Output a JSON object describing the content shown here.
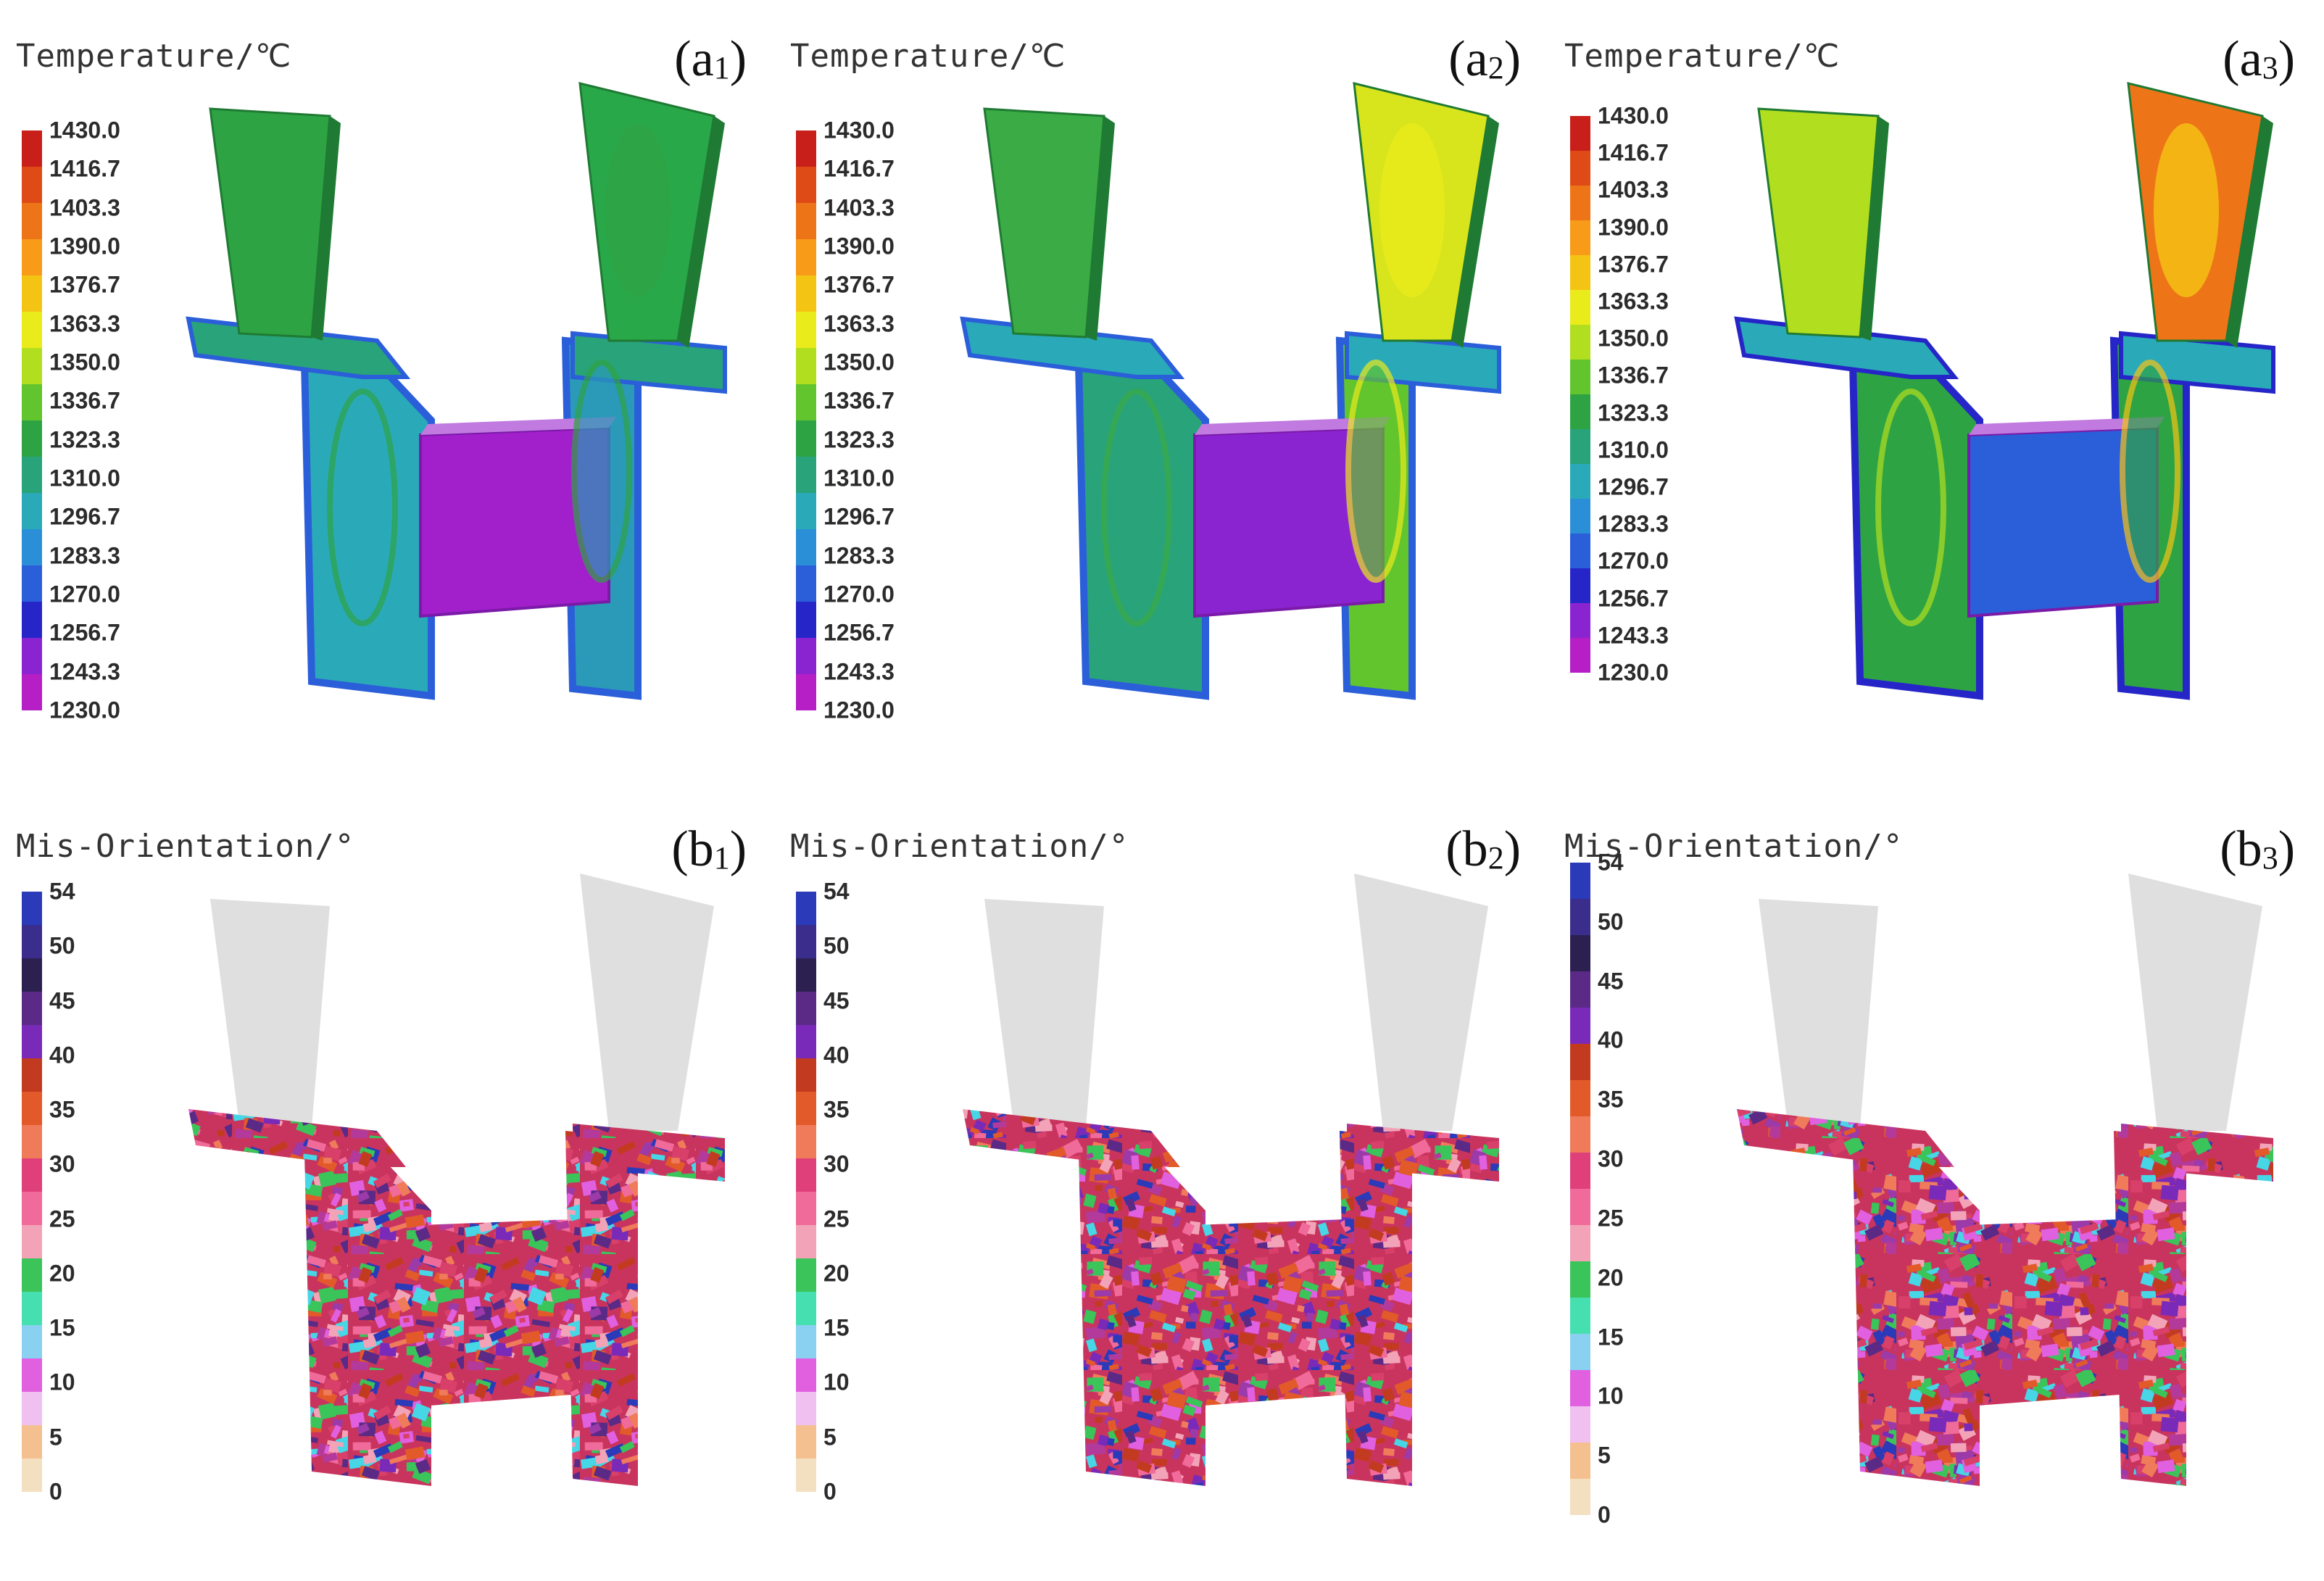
{
  "temperature": {
    "title": "Temperature/℃",
    "ticks": [
      "1430.0",
      "1416.7",
      "1403.3",
      "1390.0",
      "1376.7",
      "1363.3",
      "1350.0",
      "1336.7",
      "1323.3",
      "1310.0",
      "1296.7",
      "1283.3",
      "1270.0",
      "1256.7",
      "1243.3",
      "1230.0"
    ],
    "colors": [
      "#c81f1a",
      "#df4b17",
      "#ee7418",
      "#f79b19",
      "#f4c414",
      "#eaeb1b",
      "#b2de20",
      "#62c52d",
      "#2ea344",
      "#29a37a",
      "#2aaab8",
      "#2b8fd8",
      "#2b5ed9",
      "#2626c8",
      "#8a24d1",
      "#b51fc5"
    ],
    "panels": [
      {
        "label": "(a",
        "sub": "1",
        "colors": {
          "left_riser": "#2ea344",
          "right_riser": "#29a84a",
          "top_bar": "#29a37a",
          "left_body": "#2aaab8",
          "right_body": "#2a9ab8",
          "center": "#a21fcc",
          "edge": "#2b5ed9",
          "hot": "#2ea344"
        }
      },
      {
        "label": "(a",
        "sub": "2",
        "colors": {
          "left_riser": "#3aab45",
          "right_riser": "#d8e51c",
          "top_bar": "#2aaab8",
          "left_body": "#29a37a",
          "right_body": "#62c52d",
          "center": "#8a24d1",
          "edge": "#2b5ed9",
          "hot": "#eaeb1b"
        }
      },
      {
        "label": "(a",
        "sub": "3",
        "colors": {
          "left_riser": "#b2de20",
          "right_riser": "#ee7418",
          "top_bar": "#2aaab8",
          "left_body": "#2ea344",
          "right_body": "#2ea344",
          "center": "#2b5ed9",
          "edge": "#2626c8",
          "hot": "#f4c414"
        }
      }
    ]
  },
  "misorientation": {
    "title": "Mis-Orientation/°",
    "ticks": [
      "54",
      "50",
      "45",
      "40",
      "35",
      "30",
      "25",
      "20",
      "15",
      "10",
      "5",
      "0"
    ],
    "colors": [
      "#2a3ab8",
      "#3a2d8c",
      "#2c2050",
      "#5a2a86",
      "#7a2ab8",
      "#c23b20",
      "#e25a2a",
      "#f07b5b",
      "#e0407a",
      "#f06a9a",
      "#f3a3b8",
      "#3ac45a",
      "#46e0b0",
      "#8ad0f0",
      "#e060e0",
      "#f0c0f0",
      "#f5c090",
      "#f2e0c0"
    ],
    "grain_palette": [
      "#d8406a",
      "#7a2ab8",
      "#e25a2a",
      "#f06a9a",
      "#c23b20",
      "#5a2a86",
      "#f3a3b8",
      "#3ac45a",
      "#46d6e6",
      "#2a3ab8",
      "#e060e0",
      "#b33a9a",
      "#f07b5b",
      "#9b3aa8"
    ],
    "panels": [
      {
        "label": "(b",
        "sub": "1"
      },
      {
        "label": "(b",
        "sub": "2"
      },
      {
        "label": "(b",
        "sub": "3"
      }
    ]
  }
}
